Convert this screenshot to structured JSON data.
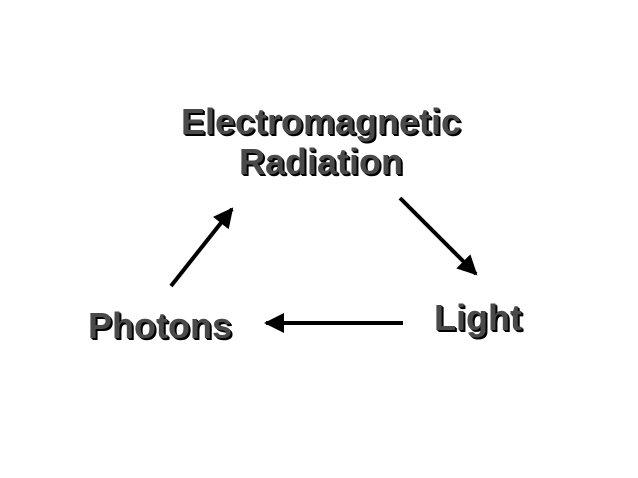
{
  "diagram": {
    "nodes": {
      "em_radiation": {
        "line1": "Electromagnetic",
        "line2": "Radiation"
      },
      "photons": {
        "label": "Photons"
      },
      "light": {
        "label": "Light"
      }
    },
    "edges": [
      {
        "from": "em_radiation",
        "to": "light"
      },
      {
        "from": "light",
        "to": "photons"
      },
      {
        "from": "photons",
        "to": "em_radiation"
      }
    ],
    "colors": {
      "text": "#4a4a4a",
      "text_shadow": "#000000",
      "arrow": "#000000",
      "background": "#ffffff"
    }
  }
}
